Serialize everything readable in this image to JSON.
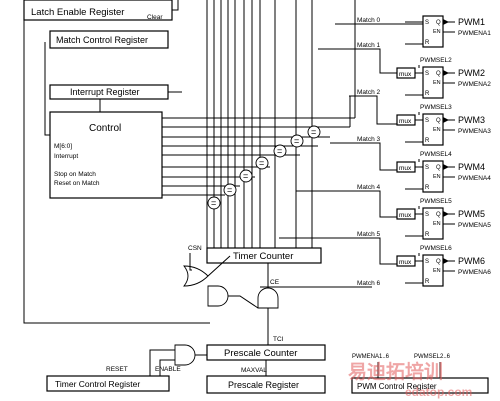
{
  "registers": {
    "latch_enable": "Latch Enable Register",
    "clear": "Clear",
    "match_control": "Match Control Register",
    "interrupt": "Interrupt Register",
    "timer_control": "Timer Control Register",
    "prescale": "Prescale Register",
    "pwm_control": "PWM Control Register"
  },
  "control": {
    "title": "Control",
    "lines": [
      "M[6:0]",
      "Interrupt",
      "Stop on Match",
      "Reset on Match"
    ]
  },
  "counters": {
    "timer": "Timer Counter",
    "prescale": "Prescale Counter"
  },
  "signals": {
    "csn": "CSN",
    "ce": "CE",
    "tci": "TCI",
    "reset": "RESET",
    "enable": "ENABLE",
    "maxval": "MAXVAL"
  },
  "matches": [
    "Match 0",
    "Match 1",
    "Match 2",
    "Match 3",
    "Match 4",
    "Match 5",
    "Match 6"
  ],
  "pwm_outputs": [
    {
      "name": "PWM1",
      "enable": "PWMENA1"
    },
    {
      "name": "PWM2",
      "enable": "PWMENA2"
    },
    {
      "name": "PWM3",
      "enable": "PWMENA3"
    },
    {
      "name": "PWM4",
      "enable": "PWMENA4"
    },
    {
      "name": "PWM5",
      "enable": "PWMENA5"
    },
    {
      "name": "PWM6",
      "enable": "PWMENA6"
    }
  ],
  "pwmsel": [
    "PWMSEL2",
    "PWMSEL3",
    "PWMSEL4",
    "PWMSEL5",
    "PWMSEL6"
  ],
  "mux_label": "mux",
  "comparator_symbol": "=",
  "flipflop": {
    "s": "S",
    "r": "R",
    "q": "Q",
    "en": "EN"
  },
  "bottom_labels": {
    "pwmena": "PWMENA1..6",
    "pwmsel": "PWMSEL2..6"
  },
  "watermark": {
    "cn": "易迪拓培训",
    "url": "edatop.com"
  }
}
